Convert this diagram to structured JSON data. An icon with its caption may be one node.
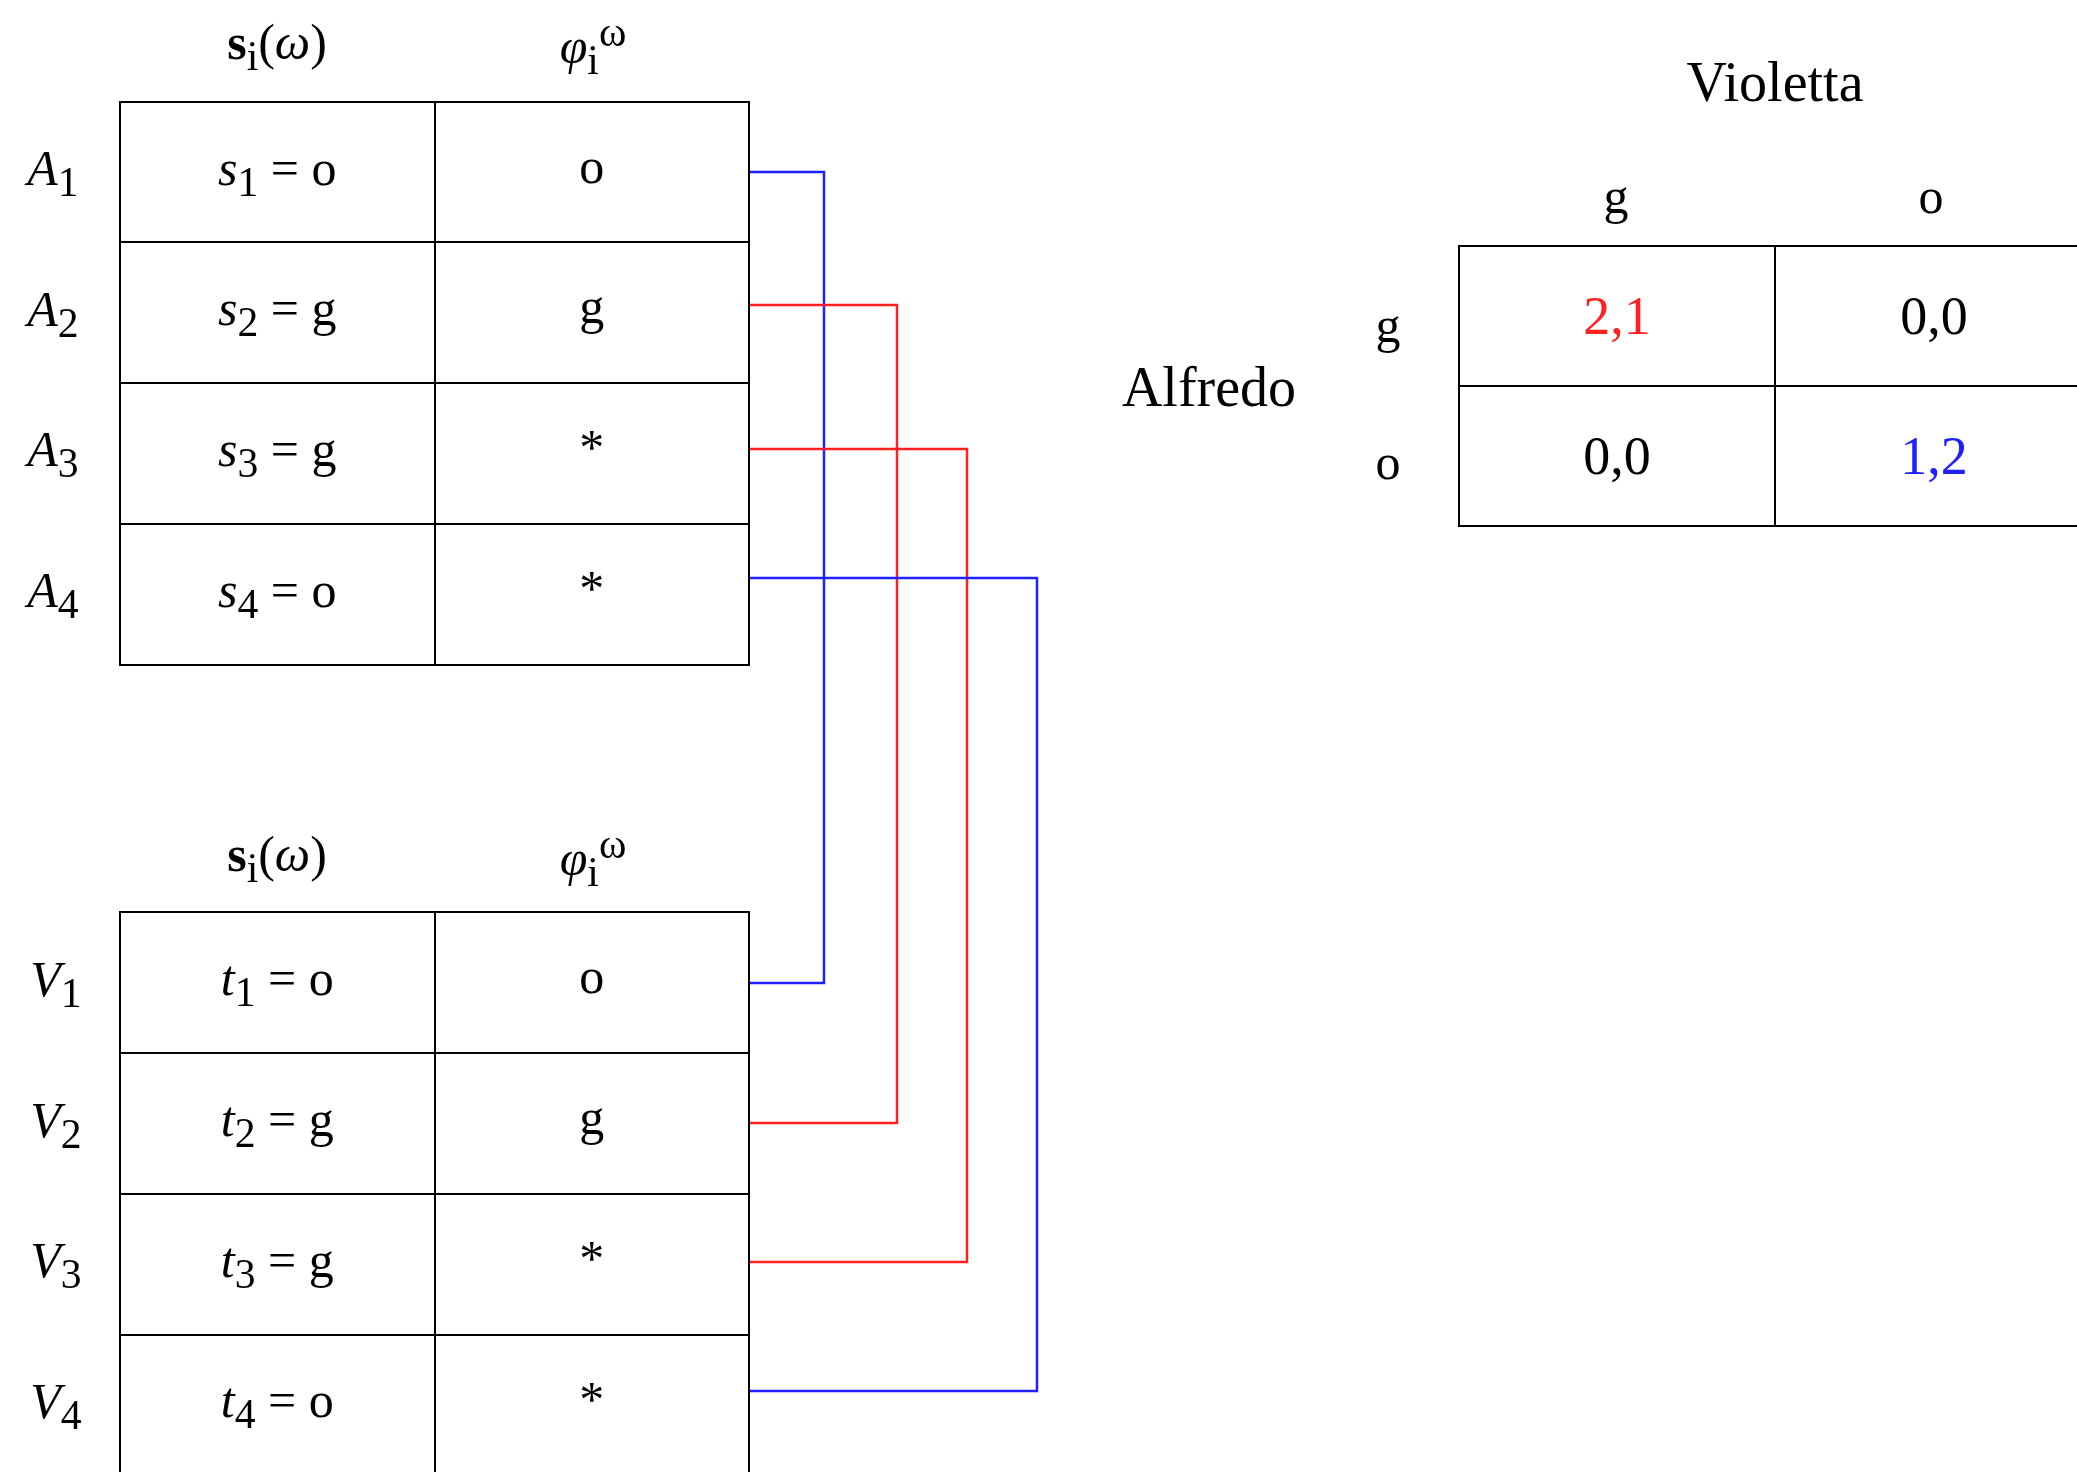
{
  "diagram": {
    "nodes": [
      {
        "text": [
          "*s*$_{1}$ = o",
          "o"
        ],
        "beside": [
          "*A*$_{1}$"
        ]
      },
      {
        "text": [
          "*s*$_{2}$ = g",
          "g"
        ],
        "beside": [
          "*A*$_{2}$"
        ]
      },
      {
        "text": [
          "*s*$_{3}$ = g",
          "*"
        ],
        "beside": [
          "*A*$_{3}$"
        ]
      },
      {
        "text": [
          "*s*$_{4}$ = o",
          "*"
        ],
        "beside": [
          "*A*$_{4}$"
        ]
      },
      {
        "text": [
          "*t*$_{1}$ = o",
          "o"
        ],
        "beside": [
          "*V*$_{1}$"
        ]
      },
      {
        "text": [
          "*t*$_{2}$ = g",
          "g"
        ],
        "beside": [
          "*V*$_{2}$"
        ]
      },
      {
        "text": [
          "*t*$_{3}$ = g",
          "*"
        ],
        "beside": [
          "*V*$_{3}$"
        ]
      },
      {
        "text": [
          "*t*$_{4}$ = o",
          "*"
        ],
        "beside": [
          "*V*$_{4}$"
        ]
      },
      {
        "text": [
          "2,1"
        ]
      },
      {
        "text": [
          "0,0"
        ]
      },
      {
        "text": [
          "0,0"
        ]
      },
      {
        "text": [
          "1,2"
        ]
      }
    ],
    "edges": [
      {
        "from": 0,
        "to": 4,
        "arrow": "none",
        "color": "#2020ff"
      },
      {
        "from": 1,
        "to": 5,
        "arrow": "none",
        "color": "#ff2020"
      },
      {
        "from": 2,
        "to": 6,
        "arrow": "none",
        "color": "#ff2020"
      },
      {
        "from": 3,
        "to": 7,
        "arrow": "none",
        "color": "#2020ff"
      }
    ],
    "labels": [
      "**s**$_{i}$(*ω*)",
      "*φ*$_{i}$$^{ω}$",
      "Violetta",
      "g",
      "o",
      "Alfredo",
      "g",
      "o",
      "**s**$_{i}$(*ω*)",
      "*φ*$_{i}$$^{ω}$"
    ]
  }
}
